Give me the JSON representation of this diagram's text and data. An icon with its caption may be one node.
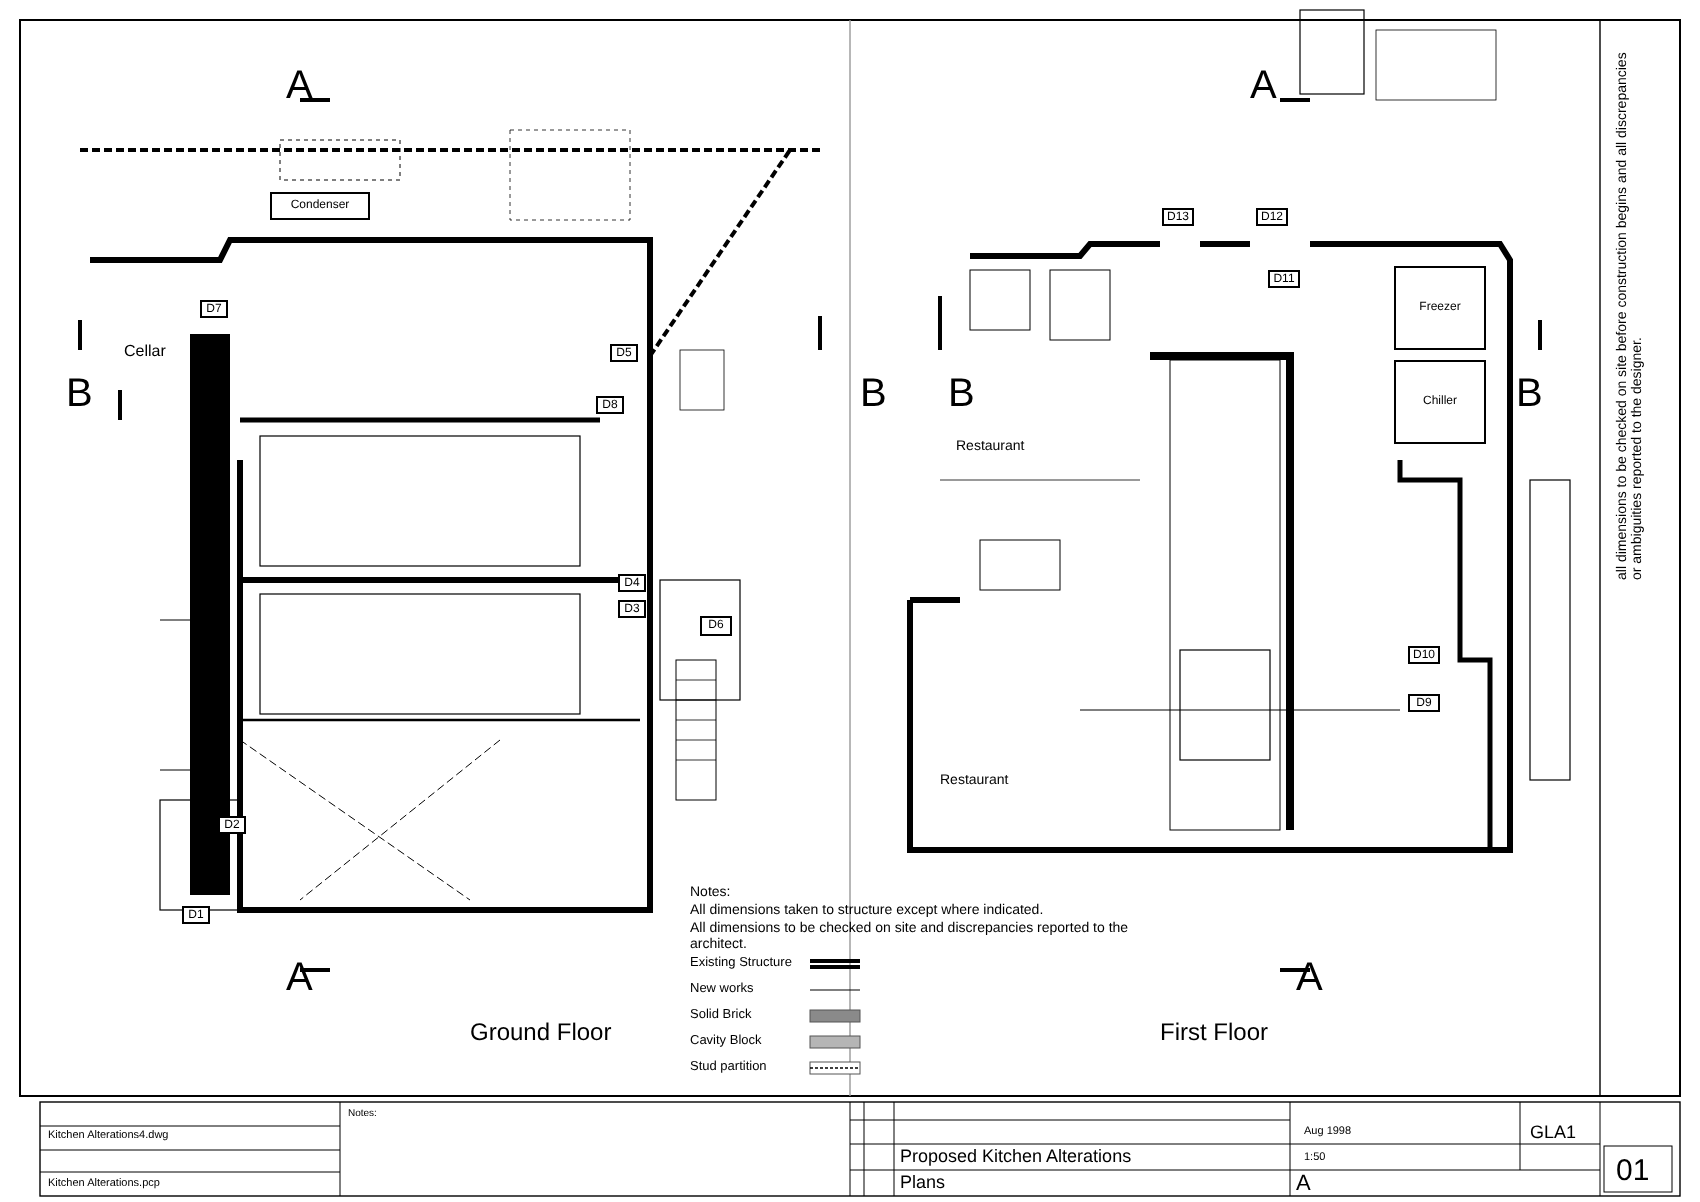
{
  "diagram": {
    "nodes": [
      {
        "text": [
          "Condenser"
        ]
      },
      {
        "text": [
          "D7"
        ]
      },
      {
        "text": [
          "D5"
        ]
      },
      {
        "text": [
          "D8"
        ]
      },
      {
        "text": [
          "D4"
        ]
      },
      {
        "text": [
          "D3"
        ]
      },
      {
        "text": [
          "D6"
        ]
      },
      {
        "text": [
          "D2"
        ]
      },
      {
        "text": [
          "D1"
        ]
      },
      {
        "text": [
          "D13"
        ]
      },
      {
        "text": [
          "D12"
        ]
      },
      {
        "text": [
          "D11"
        ]
      },
      {
        "text": [
          "Freezer"
        ]
      },
      {
        "text": [
          "Chiller"
        ]
      },
      {
        "text": [
          "D10"
        ]
      },
      {
        "text": [
          "D9"
        ]
      }
    ],
    "labels": [
      "A",
      "A",
      "B",
      "B",
      "B",
      "B",
      "Cellar",
      "Restaurant",
      "Restaurant",
      "Notes:",
      "All dimensions taken to structure except where indicated.",
      "All dimensions to be checked on site and discrepancies reported to the architect.",
      "A",
      "A",
      "Ground Floor",
      "First Floor",
      "all dimensions to be checked on site before construction begins and all discrepancies or ambiguities reported to the designer.",
      "Kitchen Alterations4.dwg",
      "Notes:",
      "Kitchen Alterations.pcp",
      "Aug 1998",
      "GLA1",
      "Proposed Kitchen Alterations",
      "1:50",
      "Plans",
      "A",
      "01"
    ],
    "legend": [
      {
        "text": "Existing Structure"
      },
      {
        "text": "New works"
      },
      {
        "text": "Solid Brick"
      },
      {
        "text": "Cavity Block"
      },
      {
        "text": "Stud partition"
      }
    ]
  }
}
